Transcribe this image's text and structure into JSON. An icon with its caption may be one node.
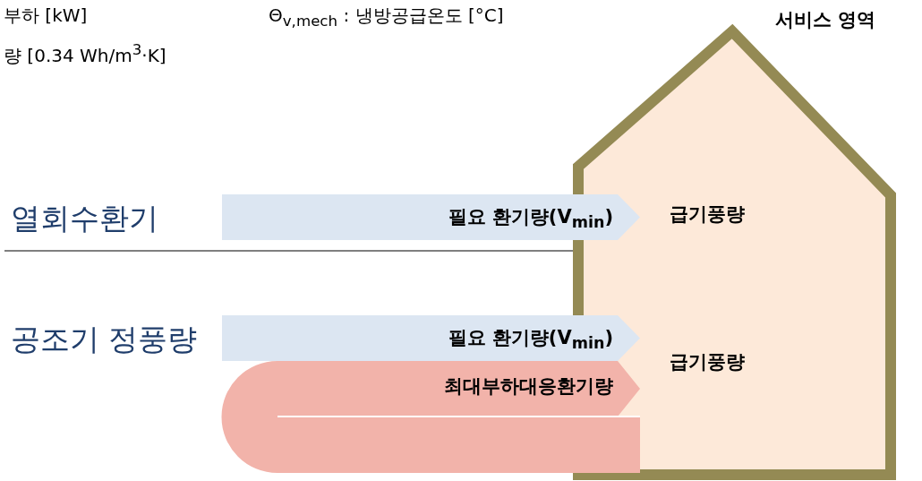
{
  "diagram": {
    "nodes": [
      {
        "text": [
          "서비스 영역"
        ]
      },
      {
        "text": [
          "급기풍량"
        ],
        "in": 0
      },
      {
        "text": [
          "급기풍량"
        ],
        "in": 0
      },
      {
        "text": [
          "필요 환기량(V$_{min}$)"
        ]
      },
      {
        "text": [
          "필요 환기량(V$_{min}$)"
        ]
      },
      {
        "text": [
          "최대부하대응환기량"
        ]
      }
    ],
    "labels": [
      "부하 [kW]",
      "Θ$_{v,mech}$ : 냉방공급온도 [°C]",
      "량 [0.34 Wh/m$^{3}$·K]",
      "열회수환기",
      "공조기 정풍량"
    ]
  }
}
